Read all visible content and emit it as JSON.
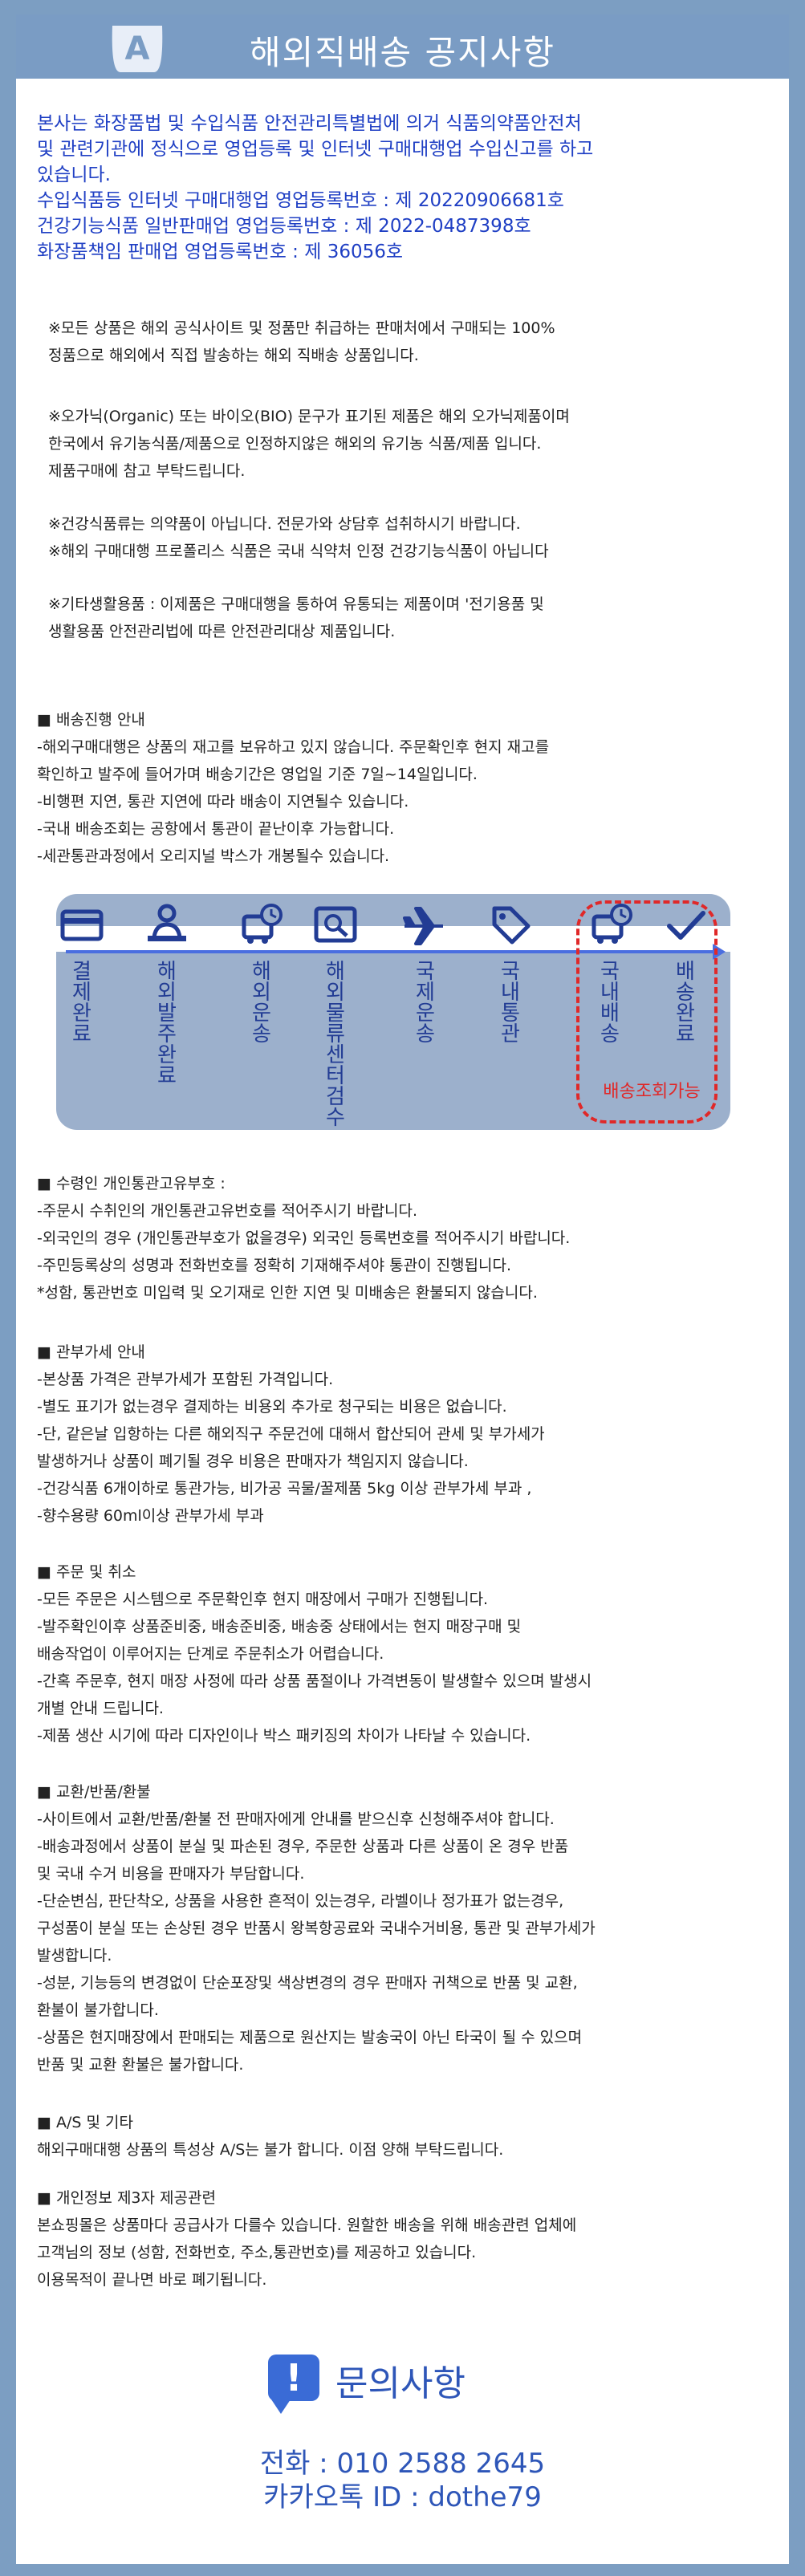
{
  "header": {
    "title": "해외직배송 공지사항",
    "logo_letter": "A"
  },
  "intro": [
    "본사는 화장품법 및 수입식품 안전관리특별법에 의거 식품의약품안전처",
    "및 관련기관에 정식으로 영업등록 및 인터넷 구매대행업 수입신고를 하고",
    "있습니다.",
    "수입식품등 인터넷 구매대행업 영업등록번호 : 제 20220906681호",
    "건강기능식품 일반판매업 영업등록번호 : 제 2022-0487398호",
    "화장품책임 판매업 영업등록번호 : 제 36056호"
  ],
  "notices": [
    [
      "※모든 상품은 해외 공식사이트 및 정품만 취급하는 판매처에서 구매되는 100%",
      "정품으로 해외에서 직접 발송하는 해외 직배송 상품입니다."
    ],
    [
      "※오가닉(Organic) 또는 바이오(BIO) 문구가 표기된 제품은 해외 오가닉제품이며",
      "한국에서 유기농식품/제품으로 인정하지않은 해외의 유기농 식품/제품 입니다.",
      "제품구매에 참고 부탁드립니다."
    ],
    [
      "※건강식품류는 의약품이 아닙니다. 전문가와 상담후 섭취하시기 바랍니다.",
      "※해외 구매대행 프로폴리스 식품은 국내 식약처 인정 건강기능식품이 아닙니다"
    ],
    [
      "※기타생활용품 : 이제품은 구매대행을 통하여 유통되는 제품이며 '전기용품 및",
      "생활용품 안전관리법에 따른 안전관리대상 제품입니다."
    ]
  ],
  "shipping": {
    "title": "■ 배송진행 안내",
    "lines": [
      "-해외구매대행은 상품의 재고를 보유하고 있지 않습니다. 주문확인후 현지 재고를",
      "  확인하고 발주에 들어가며 배송기간은 영업일 기준 7일~14일입니다.",
      "-비행편 지연, 통관 지연에 따라 배송이 지연될수 있습니다.",
      "-국내 배송조회는 공항에서 통관이 끝난이후 가능합니다.",
      "-세관통관과정에서 오리지널 박스가 개봉될수 있습니다."
    ]
  },
  "timeline": {
    "steps": [
      {
        "label": "결제완료",
        "icon": "credit-card-icon"
      },
      {
        "label": "해외발주완료",
        "icon": "person-laptop-icon"
      },
      {
        "label": "해외운송",
        "icon": "truck-clock-icon"
      },
      {
        "label": "해외물류센터 검수",
        "icon": "search-box-icon"
      },
      {
        "label": "국제운송",
        "icon": "airplane-icon"
      },
      {
        "label": "국내통관",
        "icon": "tag-icon"
      },
      {
        "label": "국내배송",
        "icon": "truck-clock-icon"
      },
      {
        "label": "배송완료",
        "icon": "checkmark-icon"
      }
    ],
    "tracking_label": "배송조회가능",
    "colors": {
      "panel": "#9cb0cc",
      "line": "#4a6ee0",
      "highlight": "#e02828"
    }
  },
  "customs": {
    "title": "■ 수령인 개인통관고유부호 :",
    "lines": [
      "-주문시 수취인의 개인통관고유번호를 적어주시기 바랍니다.",
      "-외국인의 경우 (개인통관부호가 없을경우) 외국인 등록번호를 적어주시기 바랍니다.",
      "-주민등록상의 성명과 전화번호를 정확히 기재해주셔야 통관이 진행됩니다.",
      "*성함, 통관번호 미입력 및 오기재로 인한 지연 및 미배송은 환불되지 않습니다."
    ]
  },
  "tax": {
    "title": "■ 관부가세 안내",
    "lines": [
      "-본상품 가격은 관부가세가 포함된 가격입니다.",
      "-별도 표기가 없는경우 결제하는 비용외 추가로 청구되는 비용은 없습니다.",
      "-단, 같은날 입항하는 다른 해외직구 주문건에 대해서 합산되어 관세 및 부가세가",
      "  발생하거나 상품이 폐기될 경우 비용은 판매자가 책임지지 않습니다.",
      "-건강식품 6개이하로 통관가능, 비가공 곡물/꿀제품 5kg 이상 관부가세 부과 ,",
      "-향수용량 60ml이상 관부가세 부과"
    ]
  },
  "orders": {
    "title": "■ 주문 및 취소",
    "lines": [
      "-모든 주문은 시스템으로 주문확인후 현지 매장에서 구매가 진행됩니다.",
      "-발주확인이후 상품준비중, 배송준비중, 배송중 상태에서는 현지 매장구매 및",
      "  배송작업이 이루어지는 단계로 주문취소가 어렵습니다.",
      "-간혹 주문후, 현지 매장 사정에 따라 상품 품절이나 가격변동이 발생할수 있으며 발생시",
      "  개별 안내 드립니다.",
      "-제품 생산 시기에 따라 디자인이나 박스 패키징의 차이가 나타날 수 있습니다."
    ]
  },
  "returns": {
    "title": "■ 교환/반품/환불",
    "lines": [
      "-사이트에서 교환/반품/환불 전 판매자에게 안내를 받으신후 신청해주셔야 합니다.",
      "-배송과정에서 상품이 분실 및 파손된 경우, 주문한 상품과 다른 상품이 온 경우 반품",
      "  및 국내 수거 비용을 판매자가 부담합니다.",
      "-단순변심, 판단착오, 상품을 사용한 흔적이 있는경우, 라벨이나 정가표가 없는경우,",
      "  구성품이 분실 또는 손상된 경우 반품시 왕복항공료와 국내수거비용, 통관 및 관부가세가",
      "  발생합니다.",
      "-성분, 기능등의 변경없이 단순포장및 색상변경의 경우 판매자 귀책으로 반품 및 교환,",
      "  환불이 불가합니다.",
      "-상품은 현지매장에서 판매되는 제품으로 원산지는 발송국이 아닌 타국이 될 수 있으며",
      "  반품 및 교환 환불은 불가합니다."
    ]
  },
  "as": {
    "title": "■ A/S 및 기타",
    "lines": [
      "해외구매대행 상품의 특성상 A/S는 불가 합니다. 이점 양해 부탁드립니다."
    ]
  },
  "privacy": {
    "title": "■ 개인정보 제3자 제공관련",
    "lines": [
      "본쇼핑몰은 상품마다 공급사가 다를수 있습니다. 원할한 배송을 위해 배송관련 업체에",
      "고객님의 정보 (성함, 전화번호, 주소,통관번호)를 제공하고 있습니다.",
      "이용목적이 끝나면 바로 폐기됩니다."
    ]
  },
  "inquiry": {
    "mark": "!",
    "title": "문의사항",
    "phone": "전화 : 010 2588 2645",
    "kakao": "카카오톡 ID : dothe79"
  }
}
